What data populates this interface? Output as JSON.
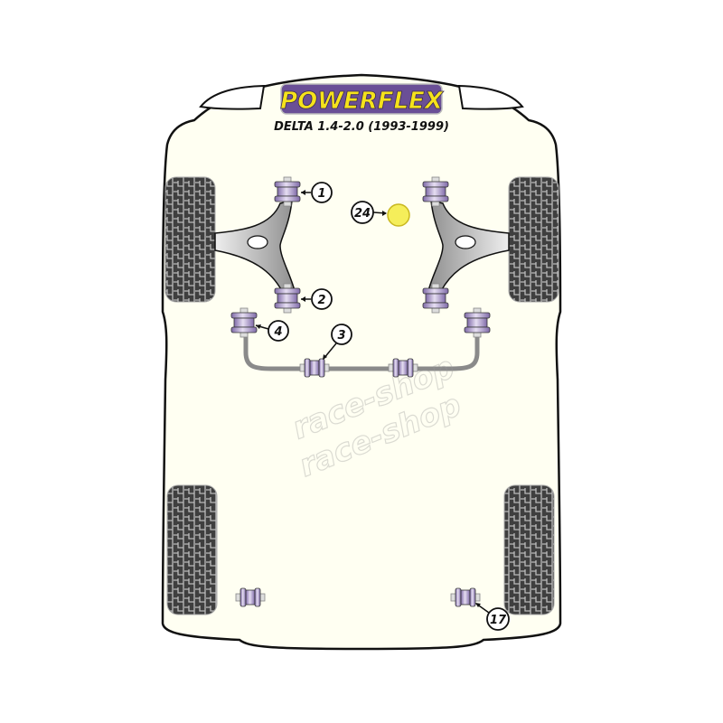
{
  "brand": {
    "logo_text": "POWERFLEX",
    "model": "DELTA 1.4-2.0 (1993-1999)"
  },
  "watermark": "race-shop",
  "colors": {
    "body": "#fffff0",
    "bush": "#9b86c2",
    "bush_light": "#d8cdea",
    "yellow": "#f5ee5a",
    "tyre": "#4a4a4a",
    "arm": "#a8a8a8"
  },
  "callouts": [
    {
      "label": "1"
    },
    {
      "label": "2"
    },
    {
      "label": "24"
    },
    {
      "label": "4"
    },
    {
      "label": "3"
    },
    {
      "label": "17"
    }
  ]
}
